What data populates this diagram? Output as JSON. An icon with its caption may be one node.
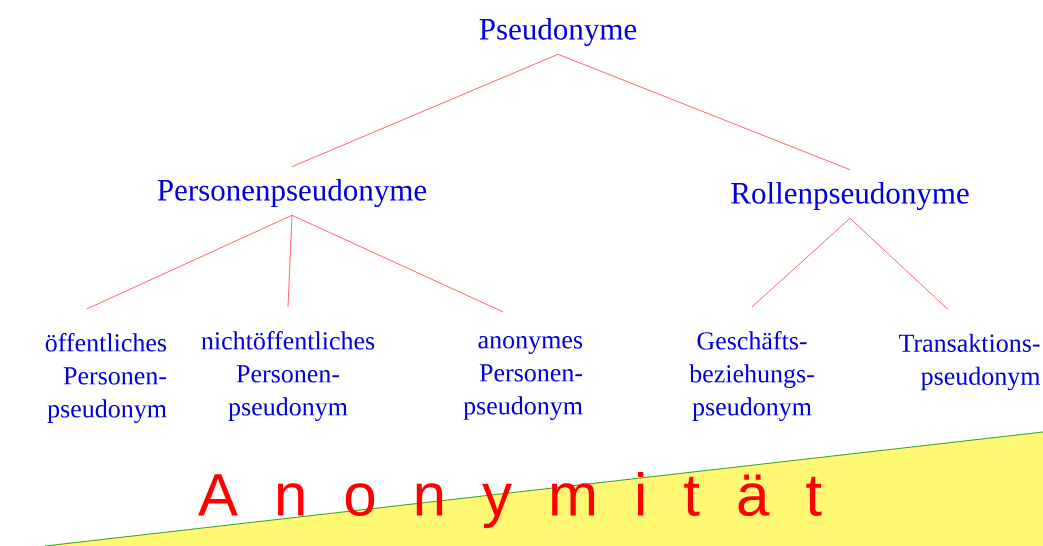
{
  "diagram": {
    "nodes": [
      {
        "text": [
          "Pseudonyme"
        ]
      },
      {
        "text": [
          "Personenpseudonyme"
        ]
      },
      {
        "text": [
          "Rollenpseudonyme"
        ]
      },
      {
        "text": [
          "öffentliches Personen- pseudonym"
        ]
      },
      {
        "text": [
          "nichtöffentliches Personen- pseudonym"
        ]
      },
      {
        "text": [
          "anonymes Personen- pseudonym"
        ]
      },
      {
        "text": [
          "Geschäfts- beziehungs- pseudonym"
        ]
      },
      {
        "text": [
          "Transaktions- pseudonym"
        ]
      }
    ],
    "edges": [
      {
        "from": 0,
        "to": 1,
        "arrow": "none"
      },
      {
        "from": 0,
        "to": 2,
        "arrow": "none"
      },
      {
        "from": 1,
        "to": 3,
        "arrow": "none"
      },
      {
        "from": 1,
        "to": 4,
        "arrow": "none"
      },
      {
        "from": 1,
        "to": 5,
        "arrow": "none"
      },
      {
        "from": 2,
        "to": 6,
        "arrow": "none"
      },
      {
        "from": 2,
        "to": 7,
        "arrow": "none"
      }
    ],
    "labels": [
      "A n o n y m i t ä t"
    ]
  }
}
